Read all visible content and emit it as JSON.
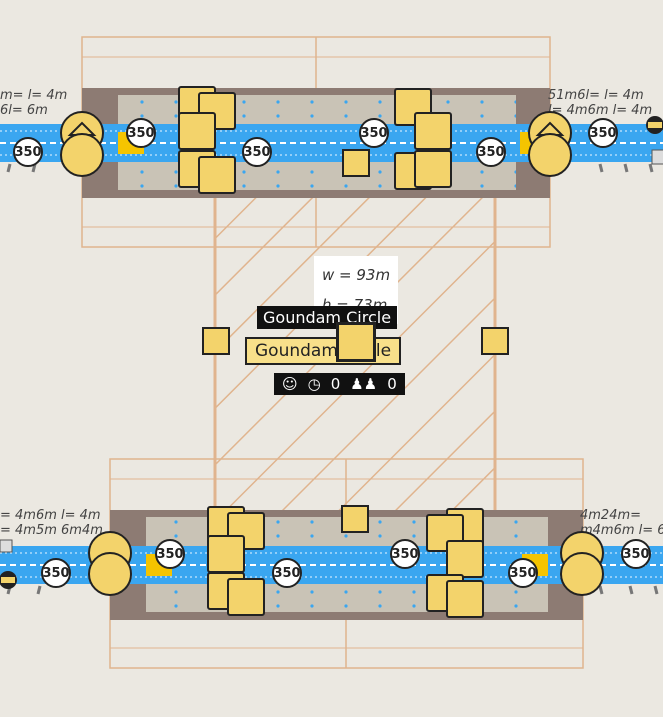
{
  "speed_limit": "350",
  "dimensions": {
    "width_label": "w = 93m",
    "height_label": "h = 73m"
  },
  "node": {
    "name_top": "Goundam Circle",
    "name_main": "Goundam Circle",
    "stats": {
      "timer": "0",
      "people": "0"
    }
  },
  "lane_labels": {
    "top_left_1": "m= l= 4m",
    "top_left_2": "6l= 6m",
    "top_right_1": "51m6l= l= 4m",
    "top_right_2": "l= 4m6m l= 4m",
    "bottom_left_1": "= 4m6m l= 4m",
    "bottom_left_2": "= 4m5m 6m4m",
    "bottom_right_1": "4m24m=",
    "bottom_right_2": "m4m6m l= 6m"
  },
  "colors": {
    "road": "#8d7b73",
    "lane_blue": "#3aa6f0",
    "accent_yellow": "#f3d36b",
    "outline": "#e0b48e"
  }
}
